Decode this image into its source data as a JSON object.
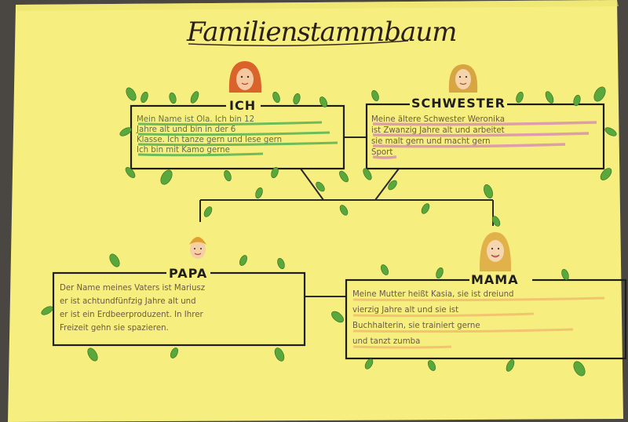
{
  "poster": {
    "title": "Familienstammbaum",
    "colors": {
      "paper": "#f6ef7f",
      "ink": "#222222",
      "leaf": "#5aa83c",
      "green_underline": "#4caf50",
      "pink_underline": "#d98fb2",
      "orange_underline": "#f2b56b"
    },
    "members": [
      {
        "role": "ICH",
        "icon": "face-red-hair-icon",
        "lines": [
          "Mein Name ist Ola. Ich bin 12",
          "Jahre alt und bin in der 6",
          "Klasse. Ich tanze gern und lese gern",
          "Ich bin mit Kamo gerne"
        ]
      },
      {
        "role": "SCHWESTER",
        "icon": "face-blonde-hair-icon",
        "lines": [
          "Meine ältere Schwester Weronika",
          "ist Zwanzig Jahre alt und arbeitet",
          "sie malt gern und macht gern",
          "Sport"
        ]
      },
      {
        "role": "PAPA",
        "icon": "face-short-hair-icon",
        "lines": [
          "Der Name meines Vaters ist Mariusz",
          "er ist achtundfünfzig Jahre alt und",
          "er ist ein Erdbeerproduzent. In Ihrer",
          "Freizeit gehn sie spazieren."
        ]
      },
      {
        "role": "MAMA",
        "icon": "face-long-blonde-hair-icon",
        "lines": [
          "Meine Mutter heißt Kasia, sie ist dreiund",
          "vierzig Jahre alt und sie ist",
          "Buchhalterin, sie trainiert gerne",
          "und tanzt zumba"
        ]
      }
    ]
  }
}
